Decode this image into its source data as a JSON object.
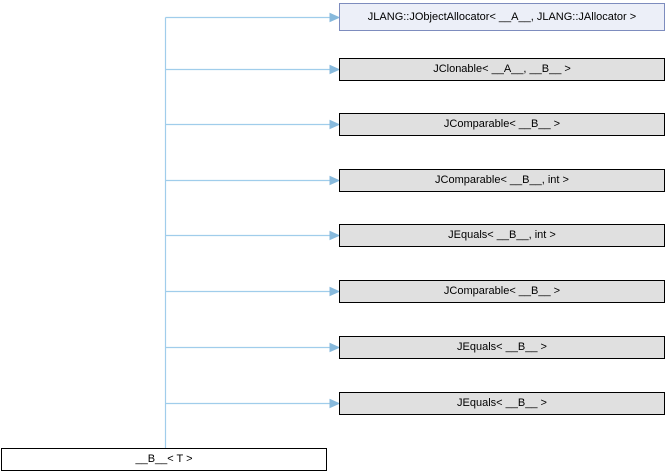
{
  "diagram": {
    "type": "inheritance-graph",
    "base": {
      "label": "__B__< T >"
    },
    "parents": [
      {
        "label": "JLANG::JObjectAllocator< __A__, JLANG::JAllocator >",
        "highlighted": true
      },
      {
        "label": "JClonable< __A__, __B__ >",
        "highlighted": false
      },
      {
        "label": "JComparable< __B__ >",
        "highlighted": false
      },
      {
        "label": "JComparable< __B__, int >",
        "highlighted": false
      },
      {
        "label": "JEquals< __B__, int >",
        "highlighted": false
      },
      {
        "label": "JComparable< __B__ >",
        "highlighted": false
      },
      {
        "label": "JEquals< __B__ >",
        "highlighted": false
      },
      {
        "label": "JEquals< __B__ >",
        "highlighted": false
      }
    ],
    "colors": {
      "background": "#ffffff",
      "node_fill": "#e0e0e0",
      "node_border": "#000000",
      "base_fill": "#ffffff",
      "highlight_fill": "#eceff8",
      "highlight_border": "#7d8cbe",
      "edge": "#a0cdeb",
      "arrow": "#87b9dc"
    }
  }
}
